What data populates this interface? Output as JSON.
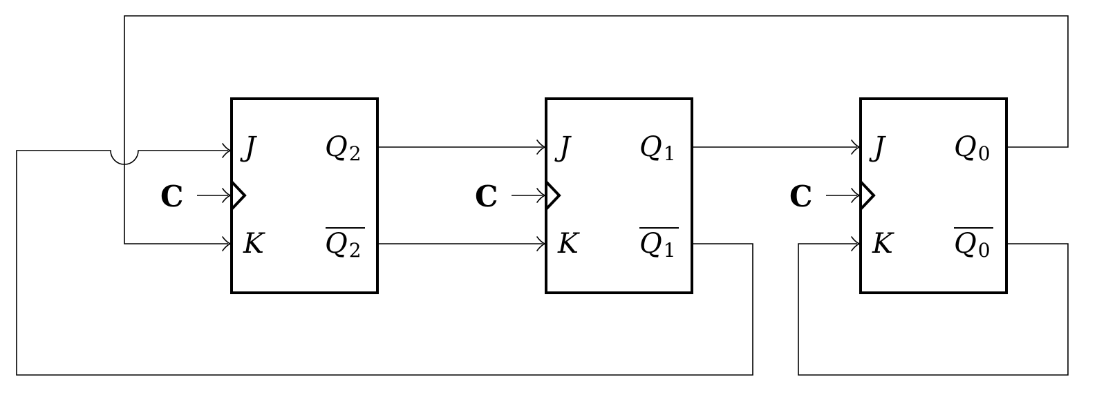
{
  "flip_flops": [
    {
      "j": "J",
      "k": "K",
      "clock": "C",
      "q": "Q",
      "q_sub": "2",
      "qbar": "Q",
      "qbar_sub": "2"
    },
    {
      "j": "J",
      "k": "K",
      "clock": "C",
      "q": "Q",
      "q_sub": "1",
      "qbar": "Q",
      "qbar_sub": "1"
    },
    {
      "j": "J",
      "k": "K",
      "clock": "C",
      "q": "Q",
      "q_sub": "0",
      "qbar": "Q",
      "qbar_sub": "0"
    }
  ]
}
